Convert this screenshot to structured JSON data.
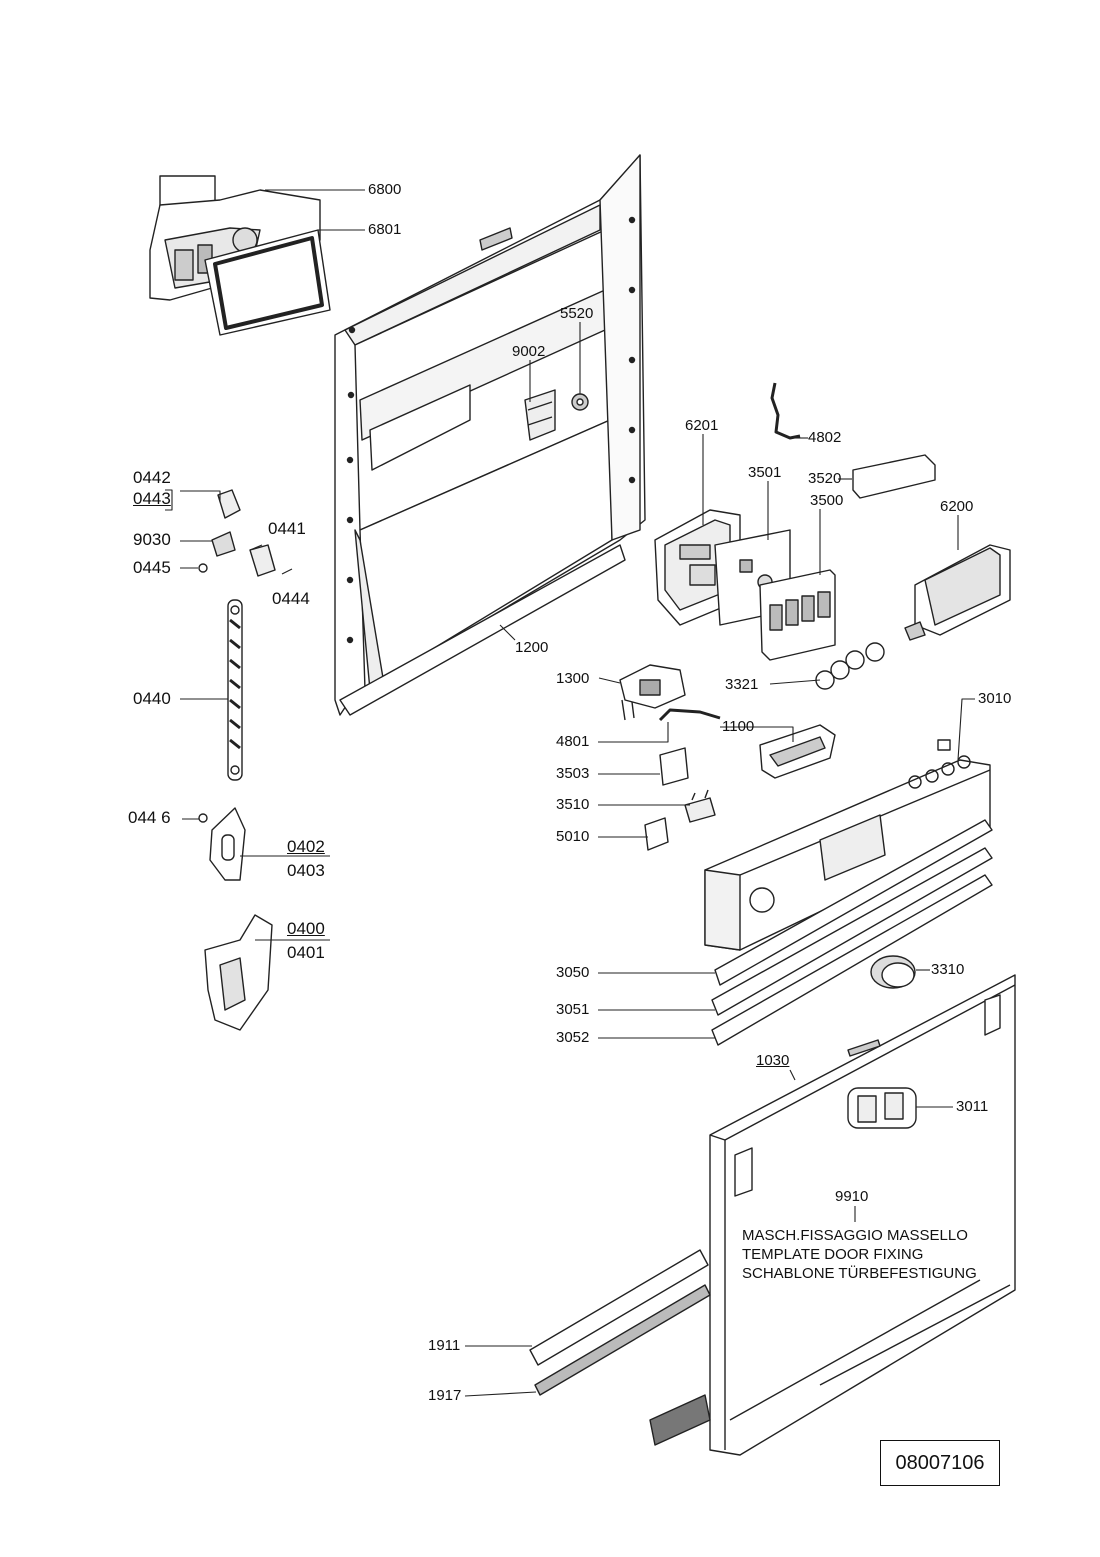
{
  "labels": {
    "p6800": "6800",
    "p6801": "6801",
    "p5520": "5520",
    "p9002": "9002",
    "p4802": "4802",
    "p6201": "6201",
    "p3501": "3501",
    "p3520": "3520",
    "p3500": "3500",
    "p6200": "6200",
    "p0442": "0442",
    "p0443": "0443",
    "p9030": "9030",
    "p0441": "0441",
    "p0445": "0445",
    "p0444": "0444",
    "p1200": "1200",
    "p0440": "0440",
    "p1300": "1300",
    "p3321": "3321",
    "p3010": "3010",
    "p1100": "1100",
    "p4801": "4801",
    "p3503": "3503",
    "p3510": "3510",
    "p5010": "5010",
    "p0446": "044 6",
    "p0402": "0402",
    "p0403": "0403",
    "p0400": "0400",
    "p0401": "0401",
    "p3050": "3050",
    "p3310": "3310",
    "p3051": "3051",
    "p3052": "3052",
    "p1030": "1030",
    "p3011": "3011",
    "p9910": "9910",
    "p1911": "1911",
    "p1917": "1917"
  },
  "note_lines": [
    "MASCH.FISSAGGIO MASSELLO",
    "TEMPLATE DOOR FIXING",
    "SCHABLONE TÜRBEFESTIGUNG"
  ],
  "drawing_code": "08007106"
}
